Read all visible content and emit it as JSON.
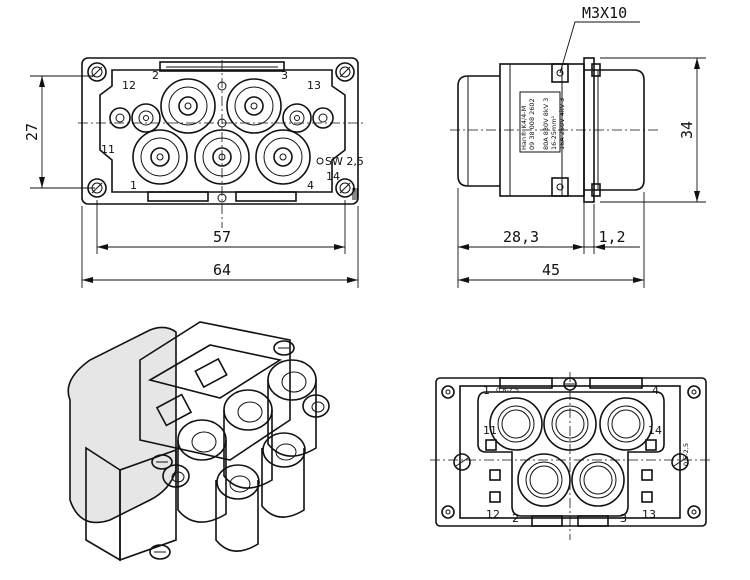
{
  "front_view": {
    "pin_labels": [
      "12",
      "2",
      "3",
      "13",
      "11",
      "1",
      "4",
      "14"
    ],
    "wrench_label": "SW 2,5",
    "dimensions": {
      "inner_width": "57",
      "outer_width": "64",
      "height": "27"
    }
  },
  "side_view": {
    "screw_callout": "M3X10",
    "label_lines": [
      "Han® K4/4-M",
      "09 38 008 2602",
      "80A 830V 8kV 3",
      "16-25mm²",
      "16A 250V 4kV 3"
    ],
    "dimensions": {
      "depth": "28,3",
      "offset": "1,2",
      "length": "45",
      "height": "34"
    }
  },
  "rear_view": {
    "pin_labels": [
      "1",
      "4",
      "11",
      "14",
      "12",
      "2",
      "3",
      "13"
    ],
    "tiny_text": [
      "0,8-2,5",
      "0,5-2,5"
    ]
  }
}
